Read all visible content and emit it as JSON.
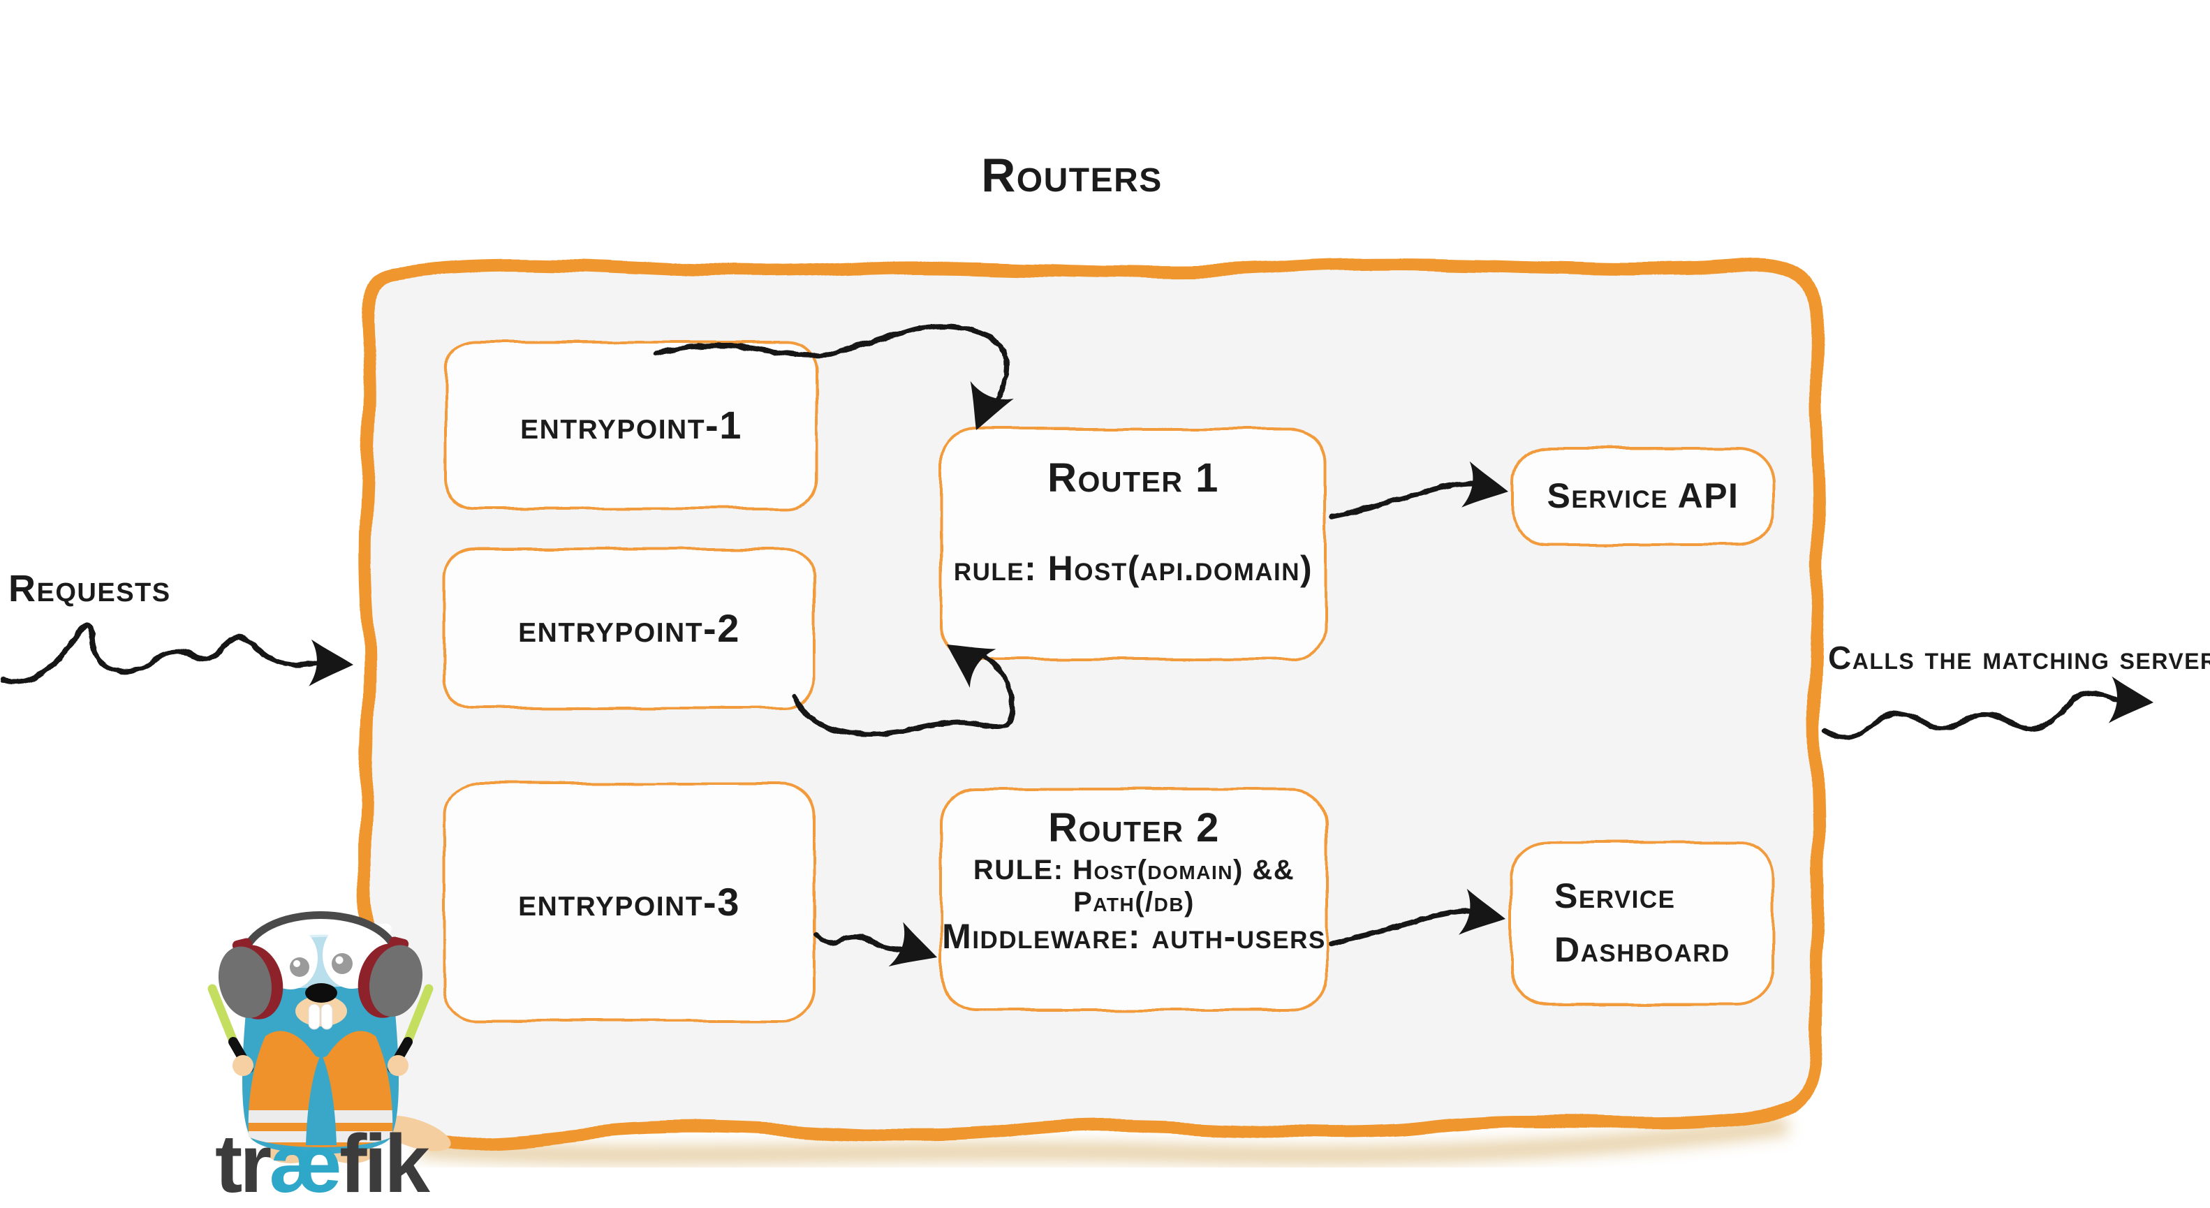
{
  "title": "Routers",
  "left_annotation": {
    "label": "Requests"
  },
  "right_annotation": {
    "label": "Calls the matching server"
  },
  "entrypoints": [
    {
      "label": "entrypoint-1"
    },
    {
      "label": "entrypoint-2"
    },
    {
      "label": "entrypoint-3"
    }
  ],
  "routers": [
    {
      "title": "Router 1",
      "rule": "rule: Host(api.domain)"
    },
    {
      "title": "Router 2",
      "rule": "RULE: Host(domain) && Path(/db)",
      "middleware": "Middleware: auth-users"
    }
  ],
  "services": [
    {
      "label": "Service API"
    },
    {
      "label": "Service Dashboard"
    }
  ],
  "branding": {
    "wordmark_pre": "tr",
    "wordmark_ae": "æ",
    "wordmark_post": "fik"
  },
  "colors": {
    "container_border": "#EF962D",
    "box_border": "#F29B3D",
    "container_fill": "#F4F4F4",
    "ink": "#1B1B1B",
    "gopher_body": "#3BA7C8",
    "vest_orange": "#F0922B",
    "wand_green": "#C4DE5F",
    "wordmark_dark": "#3C3C3C",
    "wordmark_blue": "#2FA7C9"
  }
}
